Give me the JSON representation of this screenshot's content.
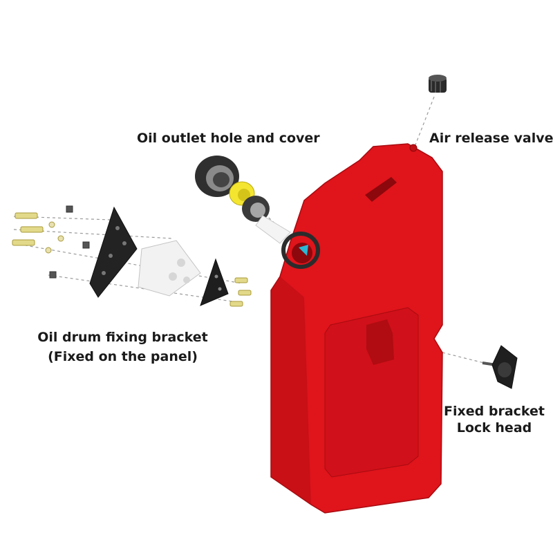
{
  "labels": {
    "oil_outlet": "Oil outlet hole and cover",
    "air_release": "Air release valve",
    "fixing_bracket_line1": "Oil drum fixing bracket",
    "fixing_bracket_line2": "(Fixed on the panel)",
    "lock_head_line1": "Fixed bracket",
    "lock_head_line2": "Lock head"
  },
  "colors": {
    "tank": "#e0141b",
    "tank_dark": "#b50d12",
    "bracket": "#222222",
    "spacer": "#f2f2f2",
    "bolt": "#e3d98a",
    "ring": "#f4e531",
    "accent": "#2ab7d6"
  },
  "icons": {
    "cap": "valve-cap-icon",
    "bracket_plate": "triangle-plate-icon",
    "lock": "lock-head-icon"
  }
}
